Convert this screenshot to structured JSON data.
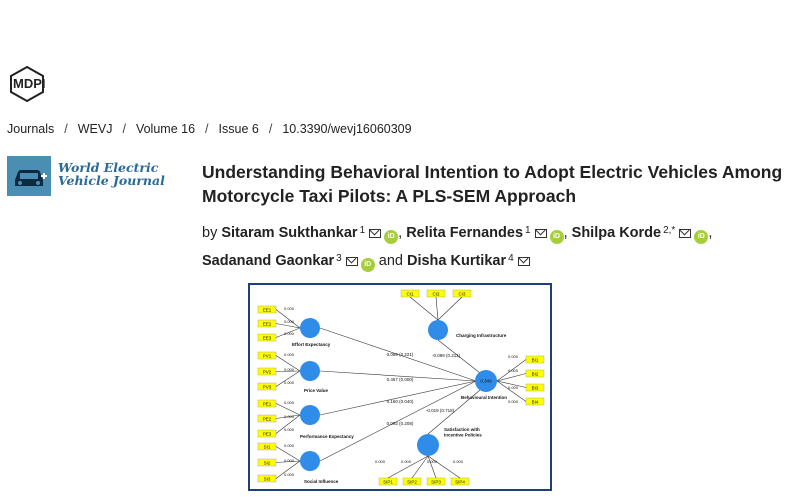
{
  "publisher": {
    "name": "MDPI"
  },
  "breadcrumb": {
    "items": [
      "Journals",
      "WEVJ",
      "Volume 16",
      "Issue 6"
    ],
    "doi": "10.3390/wevj16060309"
  },
  "journal": {
    "name": "World Electric Vehicle Journal"
  },
  "article": {
    "title": "Understanding Behavioral Intention to Adopt Electric Vehicles Among Motorcycle Taxi Pilots: A PLS-SEM Approach",
    "by": "by",
    "and": "and",
    "authors": [
      {
        "name": "Sitaram Sukthankar",
        "sup": "1"
      },
      {
        "name": "Relita Fernandes",
        "sup": "1"
      },
      {
        "name": "Shilpa Korde",
        "sup": "2,*"
      },
      {
        "name": "Sadanand Gaonkar",
        "sup": "3"
      },
      {
        "name": "Disha Kurtikar",
        "sup": "4"
      }
    ]
  },
  "icons": {
    "email": "email-icon",
    "orcid": "orcid-icon",
    "orcid_text": "iD"
  },
  "figure": {
    "loading_zero": "0.000",
    "constructs": {
      "effort": "Effort Expectancy",
      "price": "Price Value",
      "performance": "Performance Expectancy",
      "social": "Social Influence",
      "charging": "Charging Infrastructure",
      "satisfaction": "Satisfaction with Incentive Policies",
      "bi": "Behavioural Intention",
      "bi_value": "0.349"
    },
    "indicators": {
      "effort": [
        "EE1",
        "EE2",
        "EE3"
      ],
      "price": [
        "PV1",
        "PV2",
        "PV3"
      ],
      "performance": [
        "PE1",
        "PE2",
        "PE3"
      ],
      "social": [
        "SI1",
        "SI2",
        "SI3"
      ],
      "charging": [
        "CI1",
        "CI2",
        "CI3"
      ],
      "bi": [
        "BI1",
        "BI2",
        "BI3",
        "BI4"
      ],
      "satisfaction": [
        "SIP1",
        "SIP2",
        "SIP3",
        "SIP4"
      ]
    },
    "paths": {
      "effort": "0.086 (0.221)",
      "price": "0.467 (0.000)",
      "performance": "0.160 (0.040)",
      "social": "0.092 (0.208)",
      "charging": "-0.089 (0.211)",
      "satisfaction": "-0.019 (0.718)"
    }
  }
}
